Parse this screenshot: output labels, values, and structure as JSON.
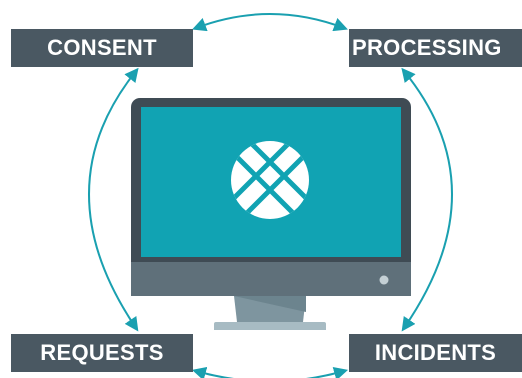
{
  "labels": {
    "consent": "CONSENT",
    "processing": "PROCESSING",
    "requests": "REQUESTS",
    "incidents": "INCIDENTS"
  },
  "colors": {
    "label_bg": "#4a5862",
    "label_text": "#ffffff",
    "arrow": "#1aa0b0",
    "monitor_frame": "#3f4b54",
    "screen": "#11a3b3",
    "chin": "#5f707a",
    "stand": "#7e959f",
    "base": "#a7bbc3",
    "logo": "#ffffff"
  },
  "icons": [
    "monitor-icon",
    "x-logo-icon",
    "cycle-arrows"
  ]
}
